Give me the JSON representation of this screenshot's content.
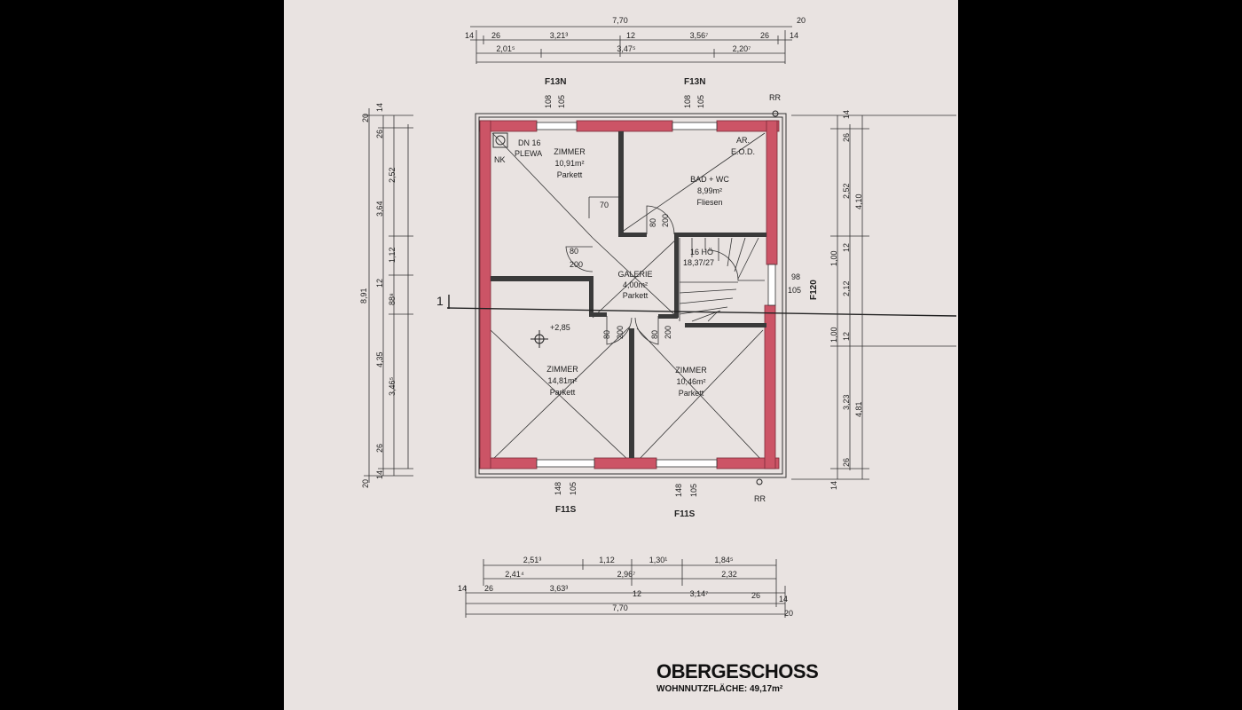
{
  "colors": {
    "wall": "#cc5466",
    "line": "#222222",
    "paper": "#e9e3e1",
    "frame": "#000000"
  },
  "title": "OBERGESCHOSS",
  "area_caption": "WOHNNUTZFLÄCHE: 49,17m²",
  "rooms": {
    "z1": {
      "name": "ZIMMER",
      "area": "10,91m²",
      "floor": "Parkett"
    },
    "bad": {
      "name": "BAD + WC",
      "area": "8,99m²",
      "floor": "Fliesen"
    },
    "gal": {
      "name": "GALERIE",
      "area": "4,00m²",
      "floor": "Parkett"
    },
    "z2": {
      "name": "ZIMMER",
      "area": "14,81m²",
      "floor": "Parkett"
    },
    "z3": {
      "name": "ZIMMER",
      "area": "10,46m²",
      "floor": "Parkett"
    }
  },
  "notes": {
    "dn1": "DN 16",
    "dn2": "PLEWA",
    "nk": "NK",
    "ar": "AR.",
    "eod": "E.O.D.",
    "stair1": "16 HÖ",
    "stair2": "18,37/27",
    "level": "+2,85",
    "rr": "RR",
    "section": "1",
    "f13n": "F13N",
    "f11s": "F11S",
    "f120": "F120"
  },
  "dims": {
    "top1": [
      "14",
      "26",
      "3,21³",
      "12",
      "3,56⁷",
      "26",
      "14"
    ],
    "top_total": "7,70",
    "top_20": "20",
    "top2": [
      "2,01⁵",
      "3,47⁵",
      "2,20⁷"
    ],
    "win_top": [
      "108",
      "105"
    ],
    "win_bot": [
      "148",
      "105"
    ],
    "win_right": [
      "98",
      "105"
    ],
    "door_a": [
      "80",
      "200"
    ],
    "door_b": [
      "80",
      "200"
    ],
    "door_c": [
      "80",
      "200"
    ],
    "door_d": [
      "80",
      "200"
    ],
    "door_70": "70",
    "left_outer": [
      "20",
      "14",
      "26",
      "3,64",
      "12",
      "4,35",
      "26",
      "14",
      "20"
    ],
    "left_total": "8,91",
    "left_inner": [
      "2,52",
      "1,12",
      "88⁸",
      "3,46⁵"
    ],
    "right1": [
      "14",
      "26",
      "1,00",
      "12",
      "1,00",
      "12",
      "3,23",
      "26",
      "14"
    ],
    "right2": [
      "2,52",
      "2,12",
      "4,81"
    ],
    "right_total": "4,10",
    "bot1": [
      "2,51³",
      "1,12",
      "1,30¹",
      "1,84⁵"
    ],
    "bot2": [
      "2,41⁴",
      "2,96⁷",
      "2,32"
    ],
    "bot3": [
      "14",
      "26",
      "3,63³",
      "12",
      "3,14⁷",
      "26",
      "14"
    ],
    "bot_total": "7,70",
    "bot_20": "20"
  }
}
